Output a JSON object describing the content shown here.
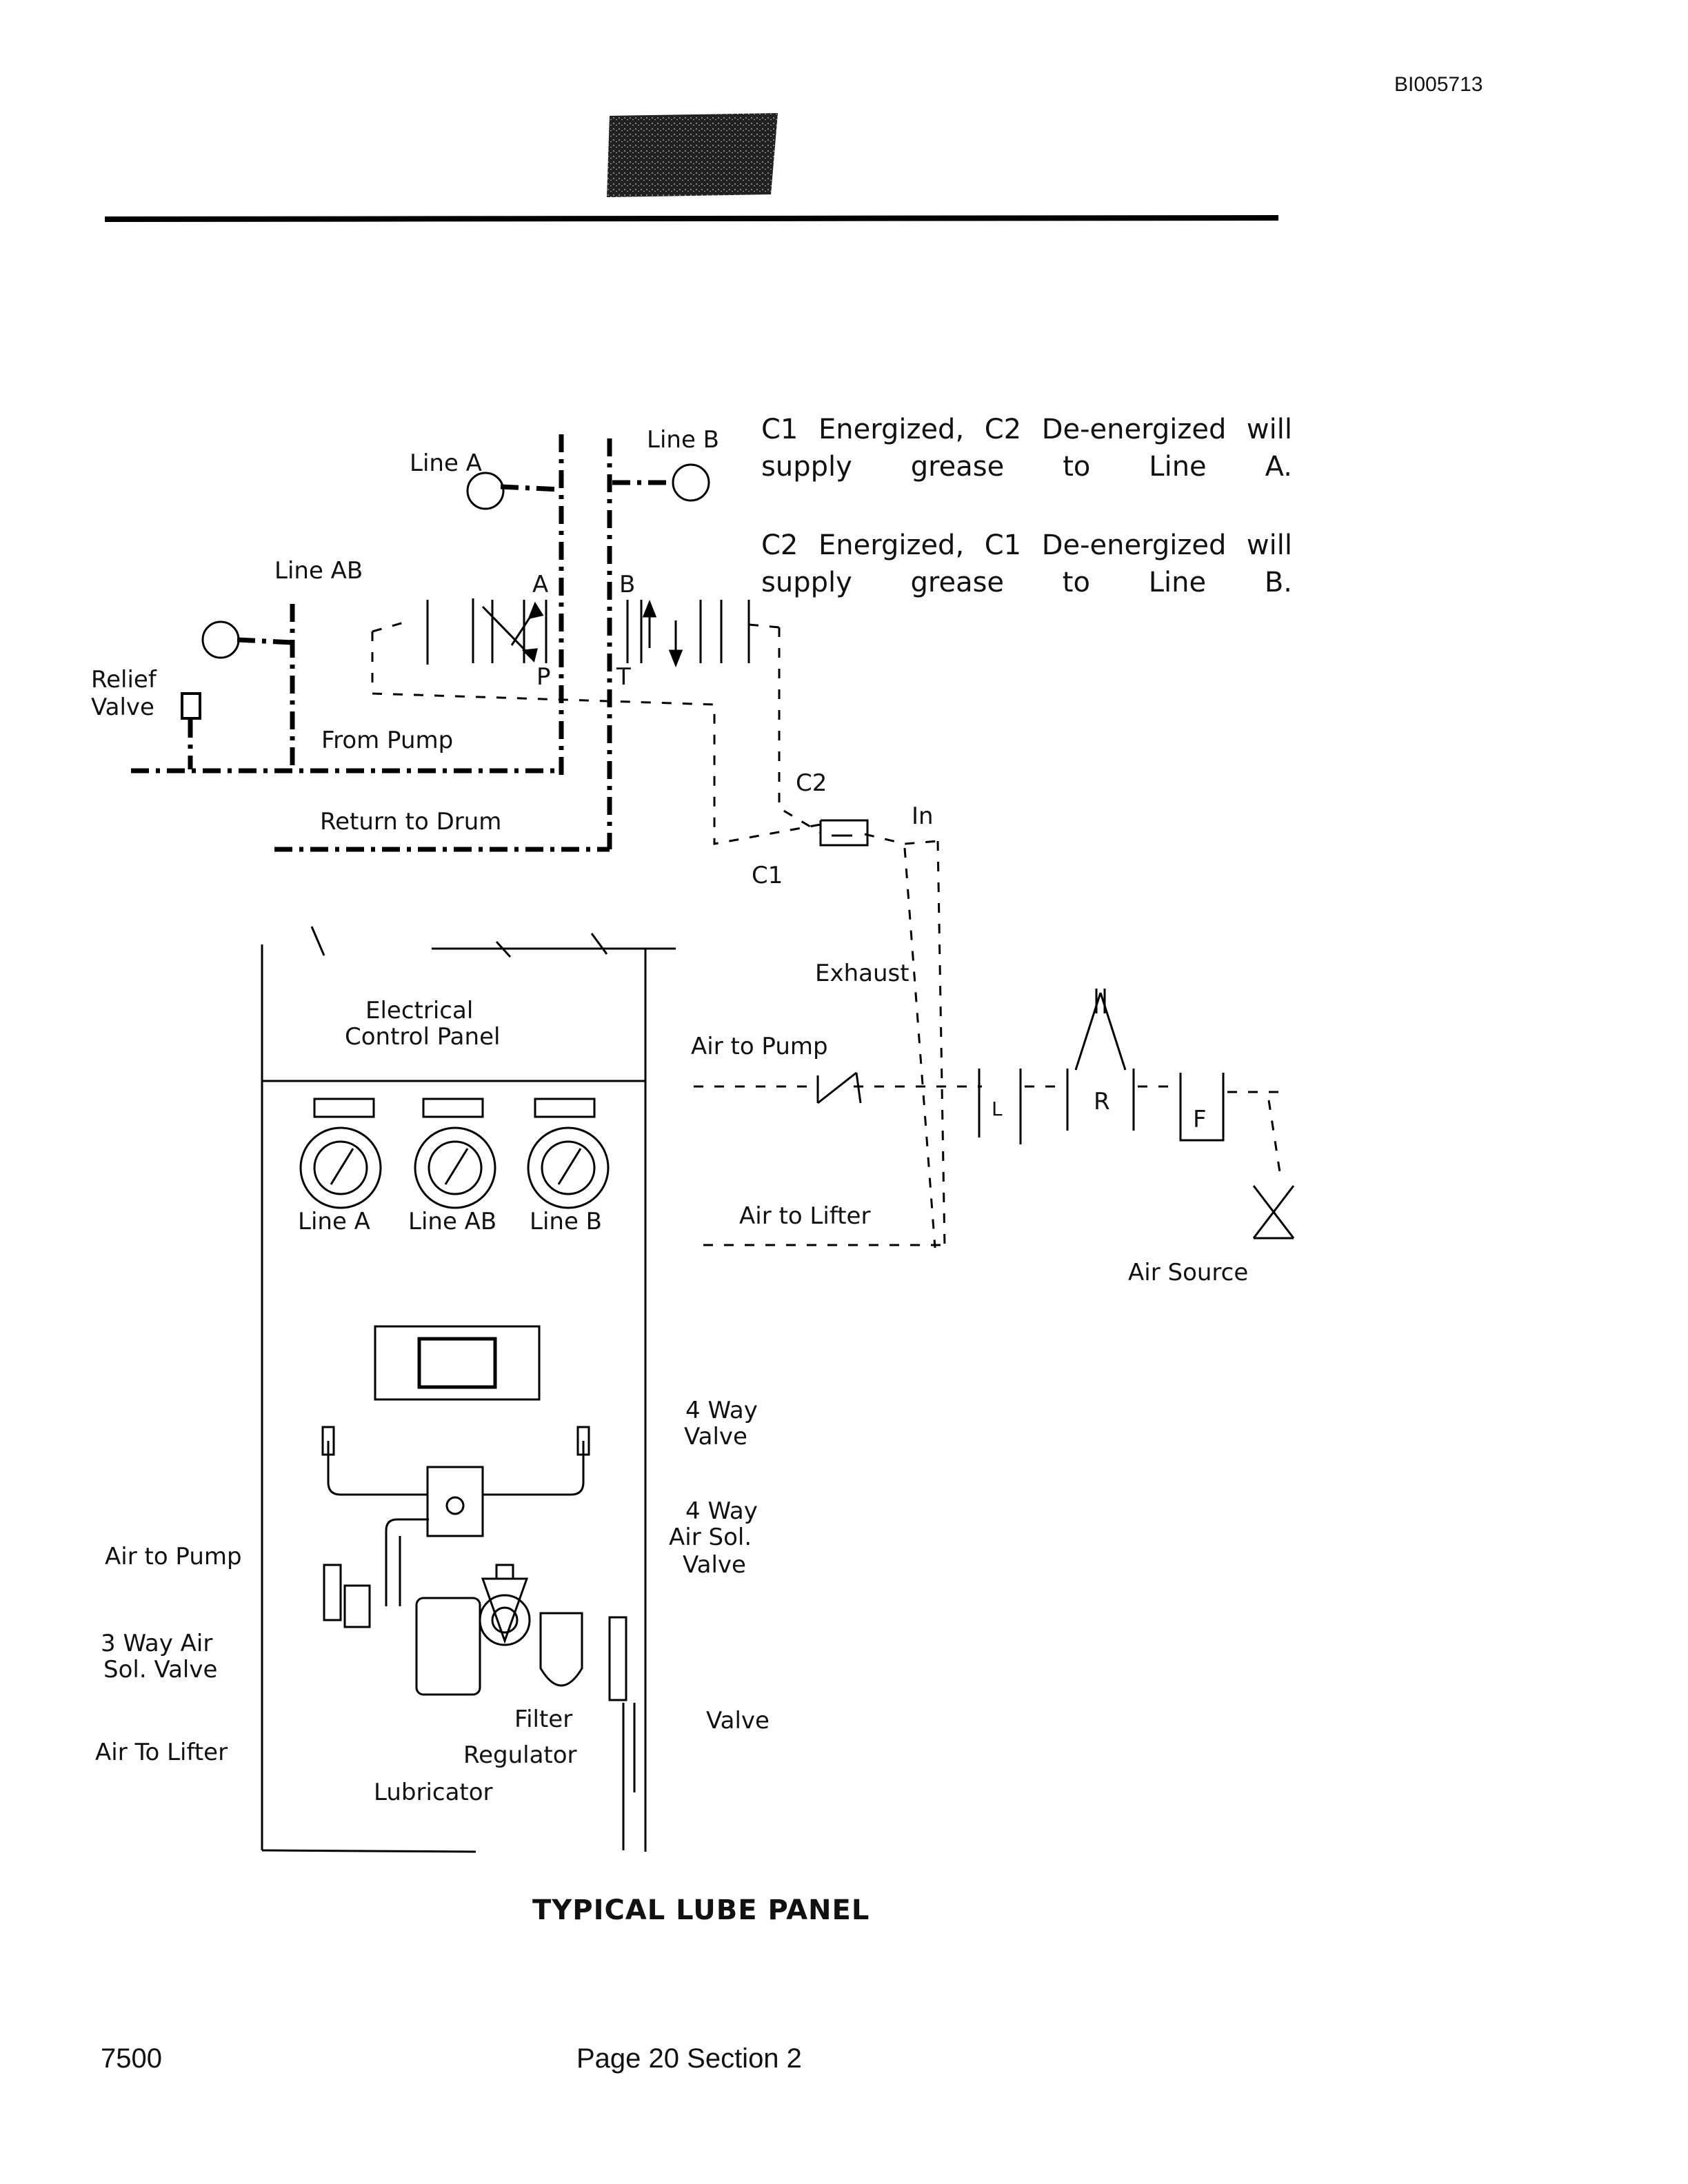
{
  "header": {
    "document_id": "BI005713"
  },
  "notes": {
    "c1": "C1 Energized, C2 De-energized will supply grease to Line A.",
    "c2": "C2 Energized, C1 De-energized will supply grease to Line B."
  },
  "schematic_labels": {
    "line_a": "Line A",
    "line_b": "Line B",
    "line_ab": "Line AB",
    "relief_valve_1": "Relief",
    "relief_valve_2": "Valve",
    "port_a": "A",
    "port_b": "B",
    "port_p": "P",
    "port_t": "T",
    "from_pump": "From Pump",
    "return_to_drum": "Return to Drum",
    "c2": "C2",
    "c1": "C1",
    "in": "In",
    "exhaust": "Exhaust",
    "air_to_pump": "Air to Pump",
    "air_to_lifter": "Air to Lifter",
    "l": "L",
    "r": "R",
    "f": "F",
    "air_source": "Air Source"
  },
  "panel_labels": {
    "electrical_1": "Electrical",
    "electrical_2": "Control Panel",
    "gauge_line_a": "Line A",
    "gauge_line_ab": "Line AB",
    "gauge_line_b": "Line B",
    "four_way_valve_1": "4 Way",
    "four_way_valve_2": "Valve",
    "four_way_air_sol_1": "4 Way",
    "four_way_air_sol_2": "Air Sol.",
    "four_way_air_sol_3": "Valve",
    "air_to_pump": "Air to Pump",
    "three_way_1": "3 Way Air",
    "three_way_2": "Sol. Valve",
    "air_to_lifter": "Air To Lifter",
    "filter": "Filter",
    "regulator": "Regulator",
    "lubricator": "Lubricator",
    "valve": "Valve"
  },
  "caption": "TYPICAL LUBE PANEL",
  "footer": {
    "model": "7500",
    "page": "Page 20 Section 2"
  }
}
